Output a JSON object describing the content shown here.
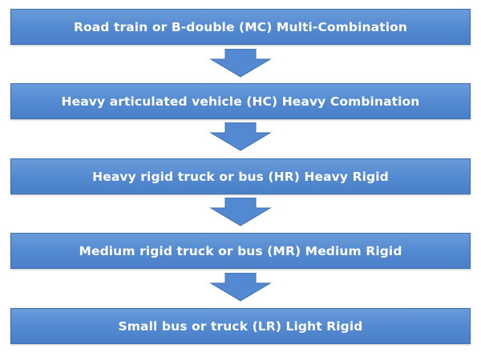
{
  "flowchart": {
    "steps": [
      {
        "label": "Road train or B-double (MC) Multi-Combination"
      },
      {
        "label": "Heavy articulated vehicle (HC) Heavy Combination"
      },
      {
        "label": "Heavy rigid truck or bus (HR) Heavy Rigid"
      },
      {
        "label": "Medium rigid truck or bus (MR) Medium Rigid"
      },
      {
        "label": "Small bus or truck (LR) Light Rigid"
      }
    ],
    "colors": {
      "box_fill": "#5289d0",
      "box_border": "#3f6fae",
      "text": "#ffffff",
      "arrow_fill": "#5289d0"
    }
  }
}
